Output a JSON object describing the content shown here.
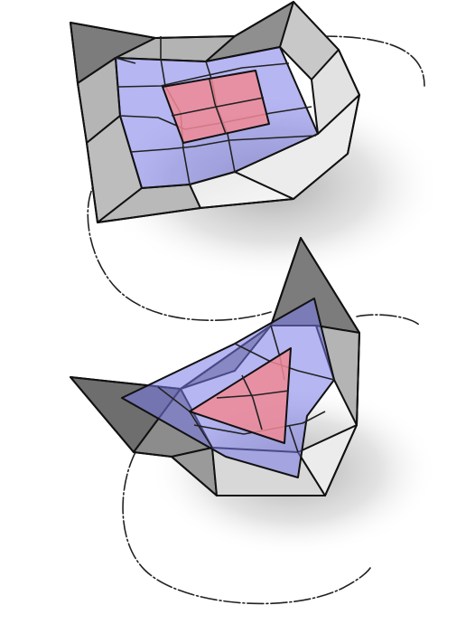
{
  "figure": {
    "panels": [
      {
        "id": "top",
        "subject": "quad-surface",
        "mesh_rows": 4,
        "mesh_cols": 4
      },
      {
        "id": "bottom",
        "subject": "triangle-surface"
      }
    ],
    "colors": {
      "background": "#ffffff",
      "outer_dark": "#7c7c7c",
      "outer_mid": "#b9b9b9",
      "outer_light": "#e4e4e4",
      "region_blue": "#7a7ae8",
      "region_blue_alpha": 0.55,
      "region_red": "#f08a96",
      "region_red_alpha": 0.8,
      "shadow": "#bdbdbd",
      "line": "#111111"
    }
  }
}
